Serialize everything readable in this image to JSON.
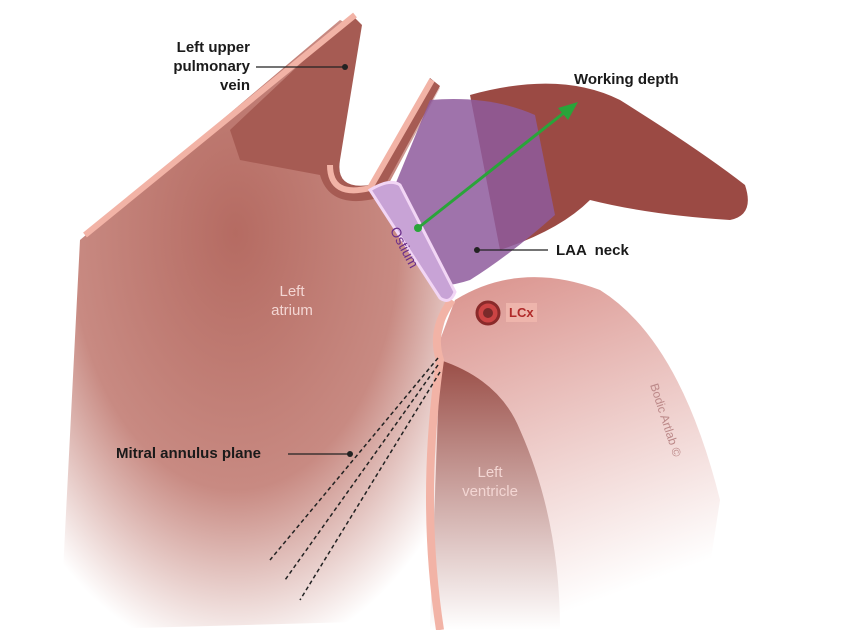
{
  "labels": {
    "pulmonary_vein": [
      "Left upper",
      "pulmonary vein"
    ],
    "working_depth": "Working depth",
    "laa_neck": "LAA  neck",
    "ostium": "Ostium",
    "lcx": "LCx",
    "left_atrium": [
      "Left",
      "atrium"
    ],
    "mitral_plane": "Mitral annulus plane",
    "left_ventricle": [
      "Left",
      "ventricle"
    ]
  },
  "signature": "Bodic Artlab ©",
  "colors": {
    "arrow": "#2aa43a",
    "neck": "#8e5a9c",
    "tissue": "#a4574f",
    "wall": "#f2b3a6"
  }
}
